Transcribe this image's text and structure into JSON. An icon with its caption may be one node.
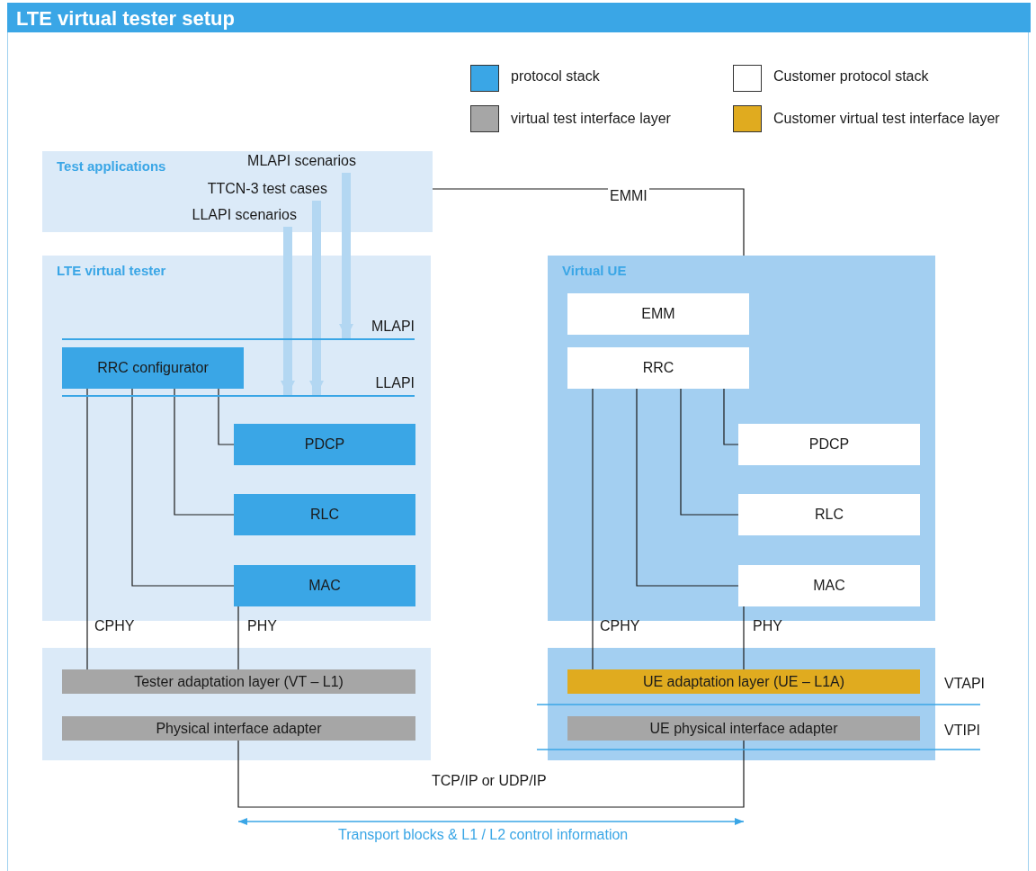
{
  "diagram": {
    "title": "LTE virtual tester setup",
    "nodes": [
      {
        "text": [
          "Test applications"
        ]
      },
      {
        "text": [
          "MLAPI scenarios"
        ],
        "in": 0
      },
      {
        "text": [
          "TTCN-3 test cases"
        ],
        "in": 0
      },
      {
        "text": [
          "LLAPI scenarios"
        ],
        "in": 0
      },
      {
        "text": [
          "LTE virtual tester"
        ]
      },
      {
        "text": [
          "RRC configurator"
        ],
        "in": 4
      },
      {
        "text": [
          "PDCP"
        ],
        "in": 4
      },
      {
        "text": [
          "RLC"
        ],
        "in": 4
      },
      {
        "text": [
          "MAC"
        ],
        "in": 4
      },
      {
        "text": [],
        "shape": "box"
      },
      {
        "text": [
          "Tester adaptation layer (VT – L1)"
        ],
        "in": 9
      },
      {
        "text": [
          "Physical interface adapter"
        ],
        "in": 9
      },
      {
        "text": [
          "Virtual UE"
        ]
      },
      {
        "text": [
          "EMM"
        ],
        "in": 12
      },
      {
        "text": [
          "RRC"
        ],
        "in": 12
      },
      {
        "text": [
          "PDCP"
        ],
        "in": 12
      },
      {
        "text": [
          "RLC"
        ],
        "in": 12
      },
      {
        "text": [
          "MAC"
        ],
        "in": 12
      },
      {
        "text": [],
        "shape": "box"
      },
      {
        "text": [
          "UE adaptation layer (UE – L1A)"
        ],
        "in": 18
      },
      {
        "text": [
          "UE physical interface adapter"
        ],
        "in": 18
      },
      {
        "text": [
          "MLAPI"
        ],
        "in": 4
      },
      {
        "text": [
          "LLAPI"
        ],
        "in": 4
      }
    ],
    "edges": [
      {
        "from": 0,
        "to": 12,
        "arrow": "none",
        "label": "EMMI"
      },
      {
        "from": 1,
        "to": 21,
        "arrow": "to",
        "style": "thick",
        "color": "#b3d7f2"
      },
      {
        "from": 2,
        "to": 22,
        "arrow": "to",
        "style": "thick",
        "color": "#b3d7f2"
      },
      {
        "from": 3,
        "to": 22,
        "arrow": "to",
        "style": "thick",
        "color": "#b3d7f2"
      },
      {
        "from": 5,
        "to": 6,
        "arrow": "none"
      },
      {
        "from": 5,
        "to": 7,
        "arrow": "none"
      },
      {
        "from": 5,
        "to": 8,
        "arrow": "none"
      },
      {
        "from": 5,
        "to": 10,
        "arrow": "none",
        "label": "CPHY"
      },
      {
        "from": 8,
        "to": 10,
        "arrow": "none",
        "label": "PHY"
      },
      {
        "from": 11,
        "to": 20,
        "arrow": "none",
        "label": "TCP/IP or UDP/IP"
      },
      {
        "from": 14,
        "to": 15,
        "arrow": "none"
      },
      {
        "from": 14,
        "to": 16,
        "arrow": "none"
      },
      {
        "from": 14,
        "to": 17,
        "arrow": "none"
      },
      {
        "from": 14,
        "to": 19,
        "arrow": "none",
        "label": "CPHY"
      },
      {
        "from": 17,
        "to": 19,
        "arrow": "none",
        "label": "PHY"
      }
    ],
    "labels": [
      "VTAPI",
      "VTIPI",
      "Transport blocks & L1 / L2 control information"
    ],
    "legend": [
      {
        "text": "protocol stack",
        "color": "#3aa6e6"
      },
      {
        "text": "Customer protocol stack",
        "color": "#ffffff"
      },
      {
        "text": "virtual test interface layer",
        "color": "#a6a6a6"
      },
      {
        "text": "Customer virtual test interface layer",
        "color": "#e0ab1f"
      }
    ]
  }
}
